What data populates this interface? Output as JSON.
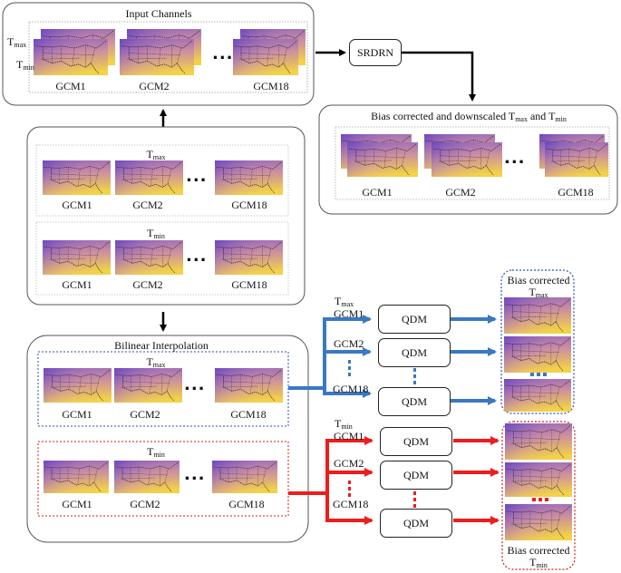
{
  "colors": {
    "map_top": "#7a52c8",
    "map_mid": "#c888a8",
    "map_bottom": "#f2d248",
    "tmax_arrow": "#3a78c4",
    "tmin_arrow": "#ee1c1c",
    "tmax_box": "#2c4fa8",
    "tmin_box": "#cc1f1f"
  },
  "input_panel": {
    "title": "Input Channels",
    "tmax_label": "T",
    "tmax_sub": "max",
    "tmin_label": "T",
    "tmin_sub": "min",
    "gcm_labels": [
      "GCM1",
      "GCM2",
      "GCM18"
    ]
  },
  "srdrn": {
    "label": "SRDRN"
  },
  "output_panel": {
    "title_prefix": "Bias corrected and downscaled T",
    "title_sub1": "max",
    "title_mid": " and T",
    "title_sub2": "min",
    "gcm_labels": [
      "GCM1",
      "GCM2",
      "GCM18"
    ]
  },
  "middle_panel": {
    "tmax_label": "T",
    "tmax_sub": "max",
    "tmin_label": "T",
    "tmin_sub": "min",
    "gcm_labels": [
      "GCM1",
      "GCM2",
      "GCM18"
    ]
  },
  "bilinear_panel": {
    "title": "Bilinear Interpolation",
    "tmax_label": "T",
    "tmax_sub": "max",
    "tmin_label": "T",
    "tmin_sub": "min",
    "gcm_labels": [
      "GCM1",
      "GCM2",
      "GCM18"
    ]
  },
  "qdm": {
    "label": "QDM",
    "tmax_group_label": "T",
    "tmax_group_sub": "max",
    "tmin_group_label": "T",
    "tmin_group_sub": "min",
    "gcm_labels": [
      "GCM1",
      "GCM2",
      "GCM18"
    ]
  },
  "bias_tmax": {
    "line1": "Bias corrected",
    "line2": "T",
    "line2_sub": "max"
  },
  "bias_tmin": {
    "line1": "Bias corrected",
    "line2": "T",
    "line2_sub": "min"
  },
  "ellipsis": "..."
}
